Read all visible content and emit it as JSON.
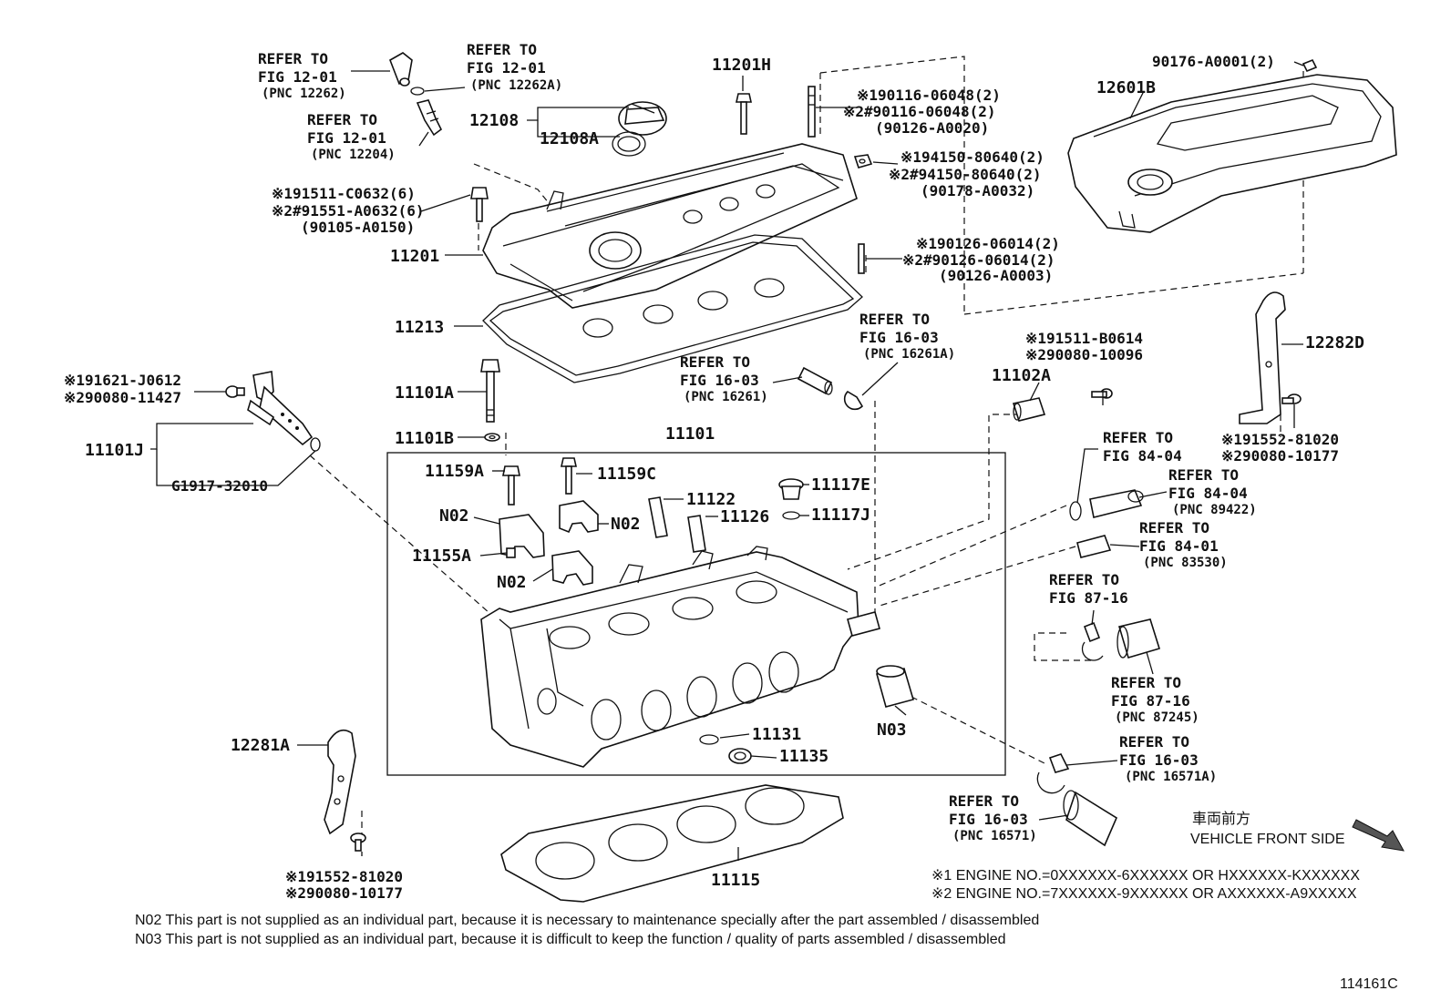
{
  "labels": {
    "ref_fig1201_a": [
      "REFER TO",
      "FIG 12-01",
      "(PNC 12262)"
    ],
    "ref_fig1201_b": [
      "REFER TO",
      "FIG 12-01",
      "(PNC 12262A)"
    ],
    "ref_fig1201_c": [
      "REFER TO",
      "FIG 12-01",
      "(PNC 12204)"
    ],
    "p11201H": "11201H",
    "p12108": "12108",
    "p12108A": "12108A",
    "bolt_91511": [
      "※191511-C0632(6)",
      "※2#91551-A0632(6)",
      "(90105-A0150)"
    ],
    "p11201": "11201",
    "p11213": "11213",
    "stud_90116": [
      "※190116-06048(2)",
      "※2#90116-06048(2)",
      "(90126-A0020)"
    ],
    "nut_94150": [
      "※194150-80640(2)",
      "※2#94150-80640(2)",
      "(90178-A0032)"
    ],
    "stud_90126": [
      "※190126-06014(2)",
      "※2#90126-06014(2)",
      "(90126-A0003)"
    ],
    "cover_screw": "90176-A0001(2)",
    "p12601B": "12601B",
    "ref_fig1603_a": [
      "REFER TO",
      "FIG 16-03",
      "(PNC 16261A)"
    ],
    "ref_fig1603_b": [
      "REFER TO",
      "FIG 16-03",
      "(PNC 16261)"
    ],
    "p11101A": "11101A",
    "p11101B": "11101B",
    "bolt_91621": [
      "※191621-J0612",
      "※290080-11427"
    ],
    "p11101J": "11101J",
    "pG1917": "G1917-32010",
    "p11101": "11101",
    "p11159A": "11159A",
    "p11159C": "11159C",
    "p11122": "11122",
    "p11126": "11126",
    "p11117E": "11117E",
    "p11117J": "11117J",
    "n02": "N02",
    "p11155A": "11155A",
    "bolt_91511_b": [
      "※191511-B0614",
      "※290080-10096"
    ],
    "p11102A": "11102A",
    "ref_fig8404_a": [
      "REFER TO",
      "FIG 84-04"
    ],
    "ref_fig8404_b": [
      "REFER TO",
      "FIG 84-04",
      "(PNC 89422)"
    ],
    "ref_fig8401": [
      "REFER TO",
      "FIG 84-01",
      "(PNC 83530)"
    ],
    "ref_fig8716_a": [
      "REFER TO",
      "FIG 87-16"
    ],
    "ref_fig8716_b": [
      "REFER TO",
      "FIG 87-16",
      "(PNC 87245)"
    ],
    "p12282D": "12282D",
    "bolt_91552_r": [
      "※191552-81020",
      "※290080-10177"
    ],
    "n03": "N03",
    "p11131": "11131",
    "p11135": "11135",
    "p12281A": "12281A",
    "bolt_91552_l": [
      "※191552-81020",
      "※290080-10177"
    ],
    "p11115": "11115",
    "ref_fig1603_c": [
      "REFER TO",
      "FIG 16-03",
      "(PNC 16571A)"
    ],
    "ref_fig1603_d": [
      "REFER TO",
      "FIG 16-03",
      "(PNC 16571)"
    ],
    "vehicle_front_jp": "車両前方",
    "vehicle_front_en": "VEHICLE FRONT SIDE",
    "engine_note_1": "※1 ENGINE NO.=0XXXXXX-6XXXXXX OR HXXXXXX-KXXXXXX",
    "engine_note_2": "※2 ENGINE NO.=7XXXXXX-9XXXXXX OR AXXXXXX-A9XXXXX",
    "note_n02": "N02 This part is not supplied as an individual part, because it is necessary to maintenance specially after the part assembled / disassembled",
    "note_n03": "N03 This part is not supplied as an individual part, because it is difficult to keep the function / quality of parts  assembled / disassembled",
    "figure_id": "114161C"
  }
}
